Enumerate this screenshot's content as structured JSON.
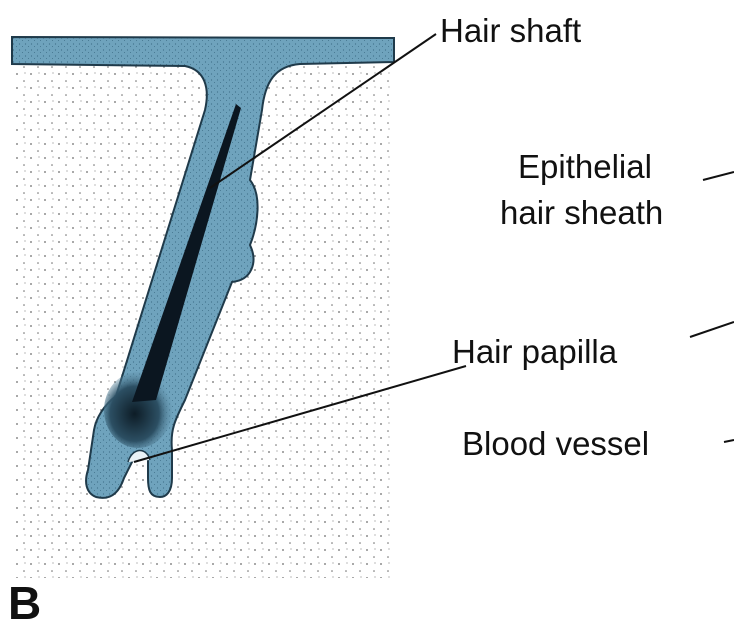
{
  "panel_letter": "B",
  "labels": {
    "hair_shaft": "Hair shaft",
    "epithelial_line1": "Epithelial",
    "epithelial_line2": "hair sheath",
    "hair_papilla": "Hair papilla",
    "blood_vessel": "Blood vessel"
  },
  "colors": {
    "follicle_fill": "#6fa3bd",
    "follicle_outline": "#1f3a4a",
    "hair_shaft": "#0b1620",
    "dermis_dots": "#6b6b6b",
    "leader_lines": "#111111"
  }
}
